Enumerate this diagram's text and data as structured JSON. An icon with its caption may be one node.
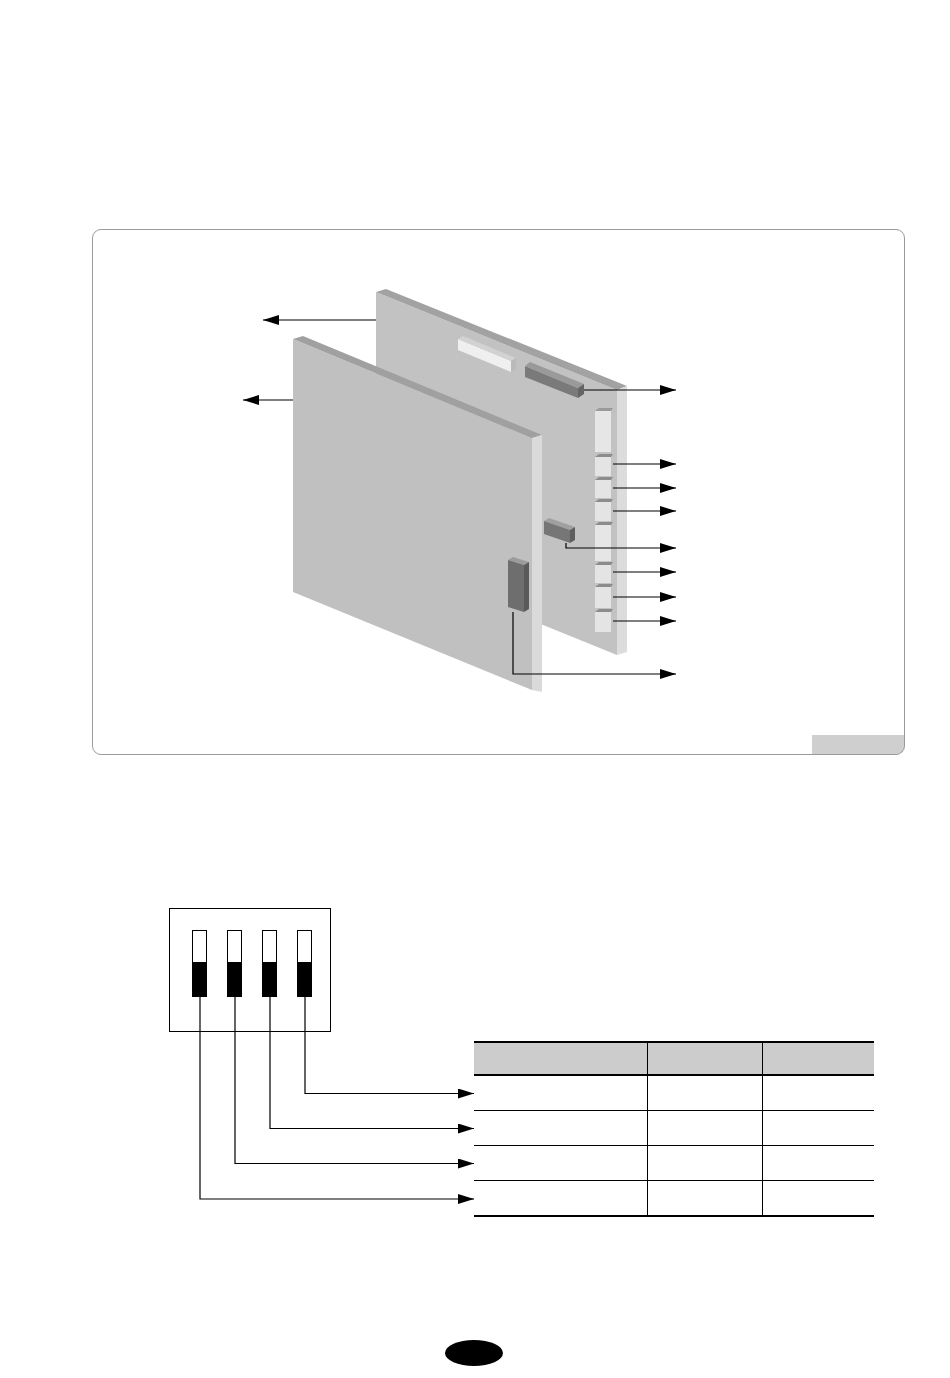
{
  "diagram": {
    "nodes": [
      {
        "text": [],
        "shape": "box"
      },
      {
        "text": [],
        "shape": "box"
      },
      {
        "text": [],
        "shape": "box",
        "in": 0
      },
      {
        "text": [],
        "shape": "box",
        "in": 0
      },
      {
        "text": [],
        "shape": "box",
        "in": 0
      },
      {
        "text": [],
        "shape": "box",
        "in": 0
      },
      {
        "text": [],
        "shape": "box",
        "in": 0
      },
      {
        "text": [],
        "shape": "box",
        "in": 0
      },
      {
        "text": [],
        "shape": "box",
        "in": 0
      },
      {
        "text": [],
        "shape": "box",
        "in": 0
      },
      {
        "text": [],
        "shape": "box"
      },
      {
        "text": [],
        "shape": "box"
      },
      {
        "text": [],
        "shape": "box",
        "in": 11
      },
      {
        "text": [],
        "shape": "box",
        "in": 11
      },
      {
        "text": [],
        "shape": "box",
        "in": 11
      },
      {
        "text": [],
        "shape": "box",
        "in": 11
      },
      {
        "text": [],
        "shape": "box"
      },
      {
        "text": [],
        "shape": "box",
        "in": 16
      },
      {
        "text": [],
        "shape": "box",
        "in": 16
      },
      {
        "text": [],
        "shape": "box",
        "in": 16
      },
      {
        "text": [],
        "shape": "box",
        "in": 16
      }
    ],
    "edges": [
      {
        "from": 0,
        "to": null,
        "arrow": "to"
      },
      {
        "from": 1,
        "to": null,
        "arrow": "to"
      },
      {
        "from": 2,
        "to": null,
        "arrow": "to"
      },
      {
        "from": 3,
        "to": null,
        "arrow": "to"
      },
      {
        "from": 4,
        "to": null,
        "arrow": "to"
      },
      {
        "from": 5,
        "to": null,
        "arrow": "to"
      },
      {
        "from": 6,
        "to": null,
        "arrow": "to"
      },
      {
        "from": 7,
        "to": null,
        "arrow": "to"
      },
      {
        "from": 8,
        "to": null,
        "arrow": "to"
      },
      {
        "from": 9,
        "to": null,
        "arrow": "to"
      },
      {
        "from": 10,
        "to": null,
        "arrow": "to"
      },
      {
        "from": 15,
        "to": 17,
        "arrow": "to"
      },
      {
        "from": 14,
        "to": 18,
        "arrow": "to"
      },
      {
        "from": 13,
        "to": 19,
        "arrow": "to"
      },
      {
        "from": 12,
        "to": 20,
        "arrow": "to"
      }
    ]
  }
}
